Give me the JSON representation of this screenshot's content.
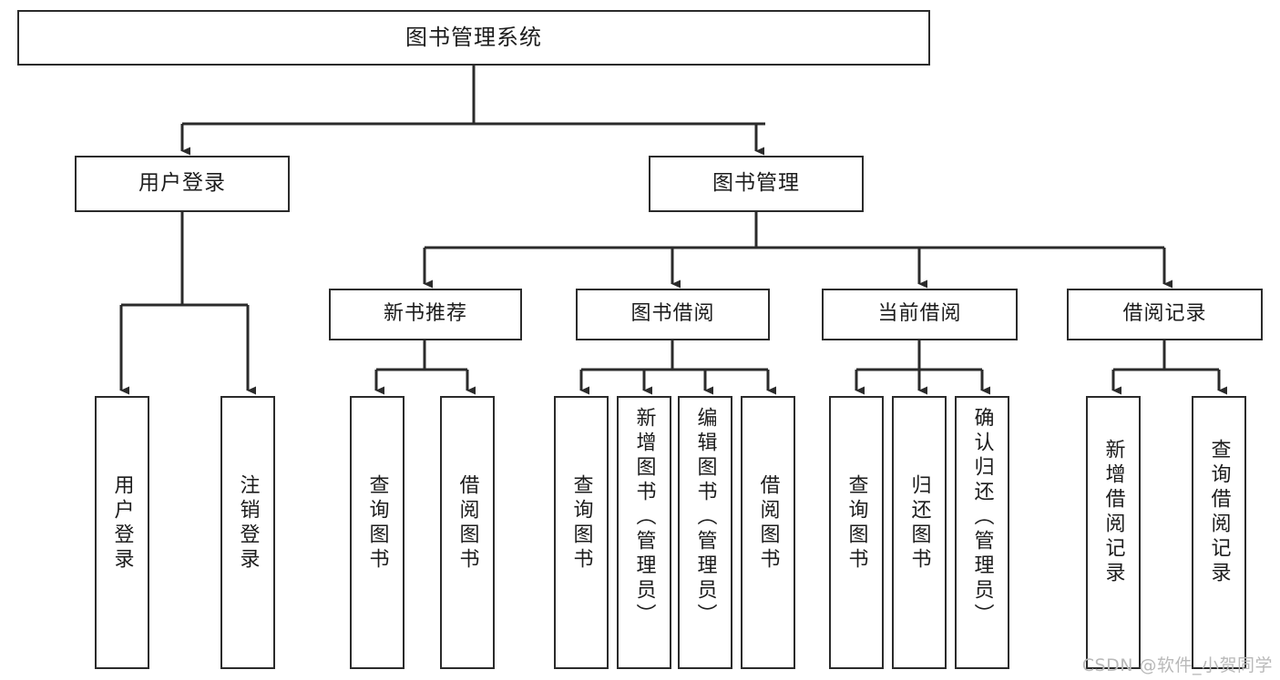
{
  "diagram": {
    "title": "图书管理系统",
    "type": "tree-hierarchy",
    "watermark": "CSDN @软件_小贺同学",
    "colors": {
      "border": "#2b2b2b",
      "background": "#ffffff",
      "text": "#1c1c1c",
      "watermark": "#b9b9b9"
    },
    "nodes": {
      "root": {
        "label": "图书管理系统",
        "level": 0
      },
      "user_login": {
        "label": "用户登录",
        "level": 1
      },
      "book_manage": {
        "label": "图书管理",
        "level": 1
      },
      "new_book_rec": {
        "label": "新书推荐",
        "level": 2
      },
      "book_borrow": {
        "label": "图书借阅",
        "level": 2
      },
      "current_borrow": {
        "label": "当前借阅",
        "level": 2
      },
      "borrow_record": {
        "label": "借阅记录",
        "level": 2
      },
      "leaf_user_login": {
        "label": "用户登录",
        "level": 3
      },
      "leaf_logout": {
        "label": "注销登录",
        "level": 3
      },
      "leaf_query_book_1": {
        "label": "查询图书",
        "level": 3
      },
      "leaf_borrow_book_1": {
        "label": "借阅图书",
        "level": 3
      },
      "leaf_query_book_2": {
        "label": "查询图书",
        "level": 3
      },
      "leaf_add_book": {
        "label": "新增图书（管理员）",
        "level": 3
      },
      "leaf_edit_book": {
        "label": "编辑图书（管理员）",
        "level": 3
      },
      "leaf_borrow_book_2": {
        "label": "借阅图书",
        "level": 3
      },
      "leaf_query_book_3": {
        "label": "查询图书",
        "level": 3
      },
      "leaf_return_book": {
        "label": "归还图书",
        "level": 3
      },
      "leaf_confirm_return": {
        "label": "确认归还（管理员）",
        "level": 3
      },
      "leaf_add_record": {
        "label": "新增借阅记录",
        "level": 3
      },
      "leaf_query_record": {
        "label": "查询借阅记录",
        "level": 3
      }
    },
    "edges": [
      {
        "from": "root",
        "to": "user_login"
      },
      {
        "from": "root",
        "to": "book_manage"
      },
      {
        "from": "user_login",
        "to": "leaf_user_login"
      },
      {
        "from": "user_login",
        "to": "leaf_logout"
      },
      {
        "from": "book_manage",
        "to": "new_book_rec"
      },
      {
        "from": "book_manage",
        "to": "book_borrow"
      },
      {
        "from": "book_manage",
        "to": "current_borrow"
      },
      {
        "from": "book_manage",
        "to": "borrow_record"
      },
      {
        "from": "new_book_rec",
        "to": "leaf_query_book_1"
      },
      {
        "from": "new_book_rec",
        "to": "leaf_borrow_book_1"
      },
      {
        "from": "book_borrow",
        "to": "leaf_query_book_2"
      },
      {
        "from": "book_borrow",
        "to": "leaf_add_book"
      },
      {
        "from": "book_borrow",
        "to": "leaf_edit_book"
      },
      {
        "from": "book_borrow",
        "to": "leaf_borrow_book_2"
      },
      {
        "from": "current_borrow",
        "to": "leaf_query_book_3"
      },
      {
        "from": "current_borrow",
        "to": "leaf_return_book"
      },
      {
        "from": "current_borrow",
        "to": "leaf_confirm_return"
      },
      {
        "from": "borrow_record",
        "to": "leaf_add_record"
      },
      {
        "from": "borrow_record",
        "to": "leaf_query_record"
      }
    ]
  }
}
